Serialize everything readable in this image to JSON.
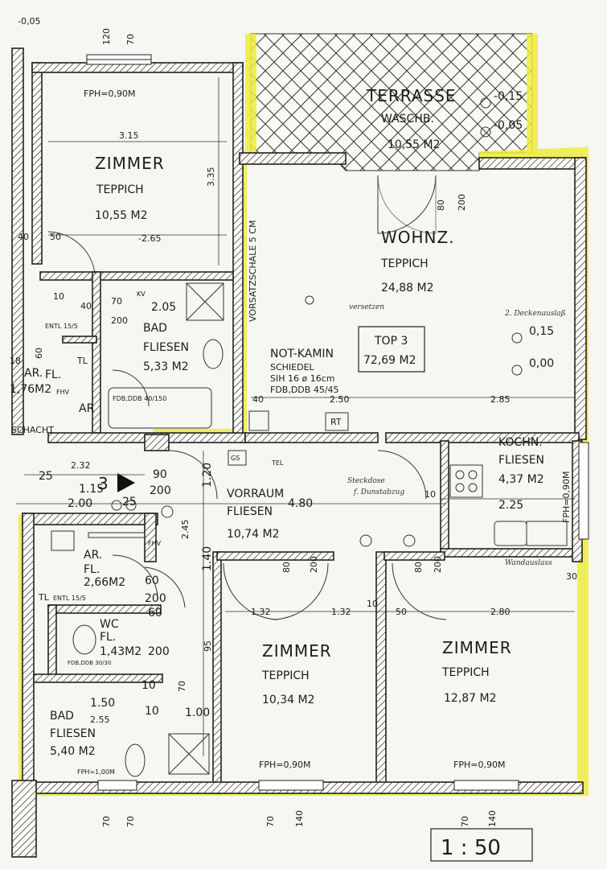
{
  "plan": {
    "corner_level": "-0,05",
    "top_dims": [
      "120",
      "70"
    ],
    "bottom_dims_left": [
      "70",
      "70"
    ],
    "bottom_dims_mid": [
      "70",
      "140"
    ],
    "bottom_dims_right": [
      "70",
      "140"
    ],
    "scale": "1 : 50",
    "rooms": {
      "zimmer1": {
        "name": "ZIMMER",
        "floor": "TEPPICH",
        "area": "10,55 M2",
        "fph": "FPH=0,90M",
        "w": "3.15",
        "h": "3.35",
        "d1": "-2.65",
        "d2": "50",
        "d3": "40"
      },
      "terrasse": {
        "name": "TERRASSE",
        "sub": "WASCHB.",
        "area": "10,55 M2",
        "lvl1": "-0,15",
        "lvl2": "-0,05"
      },
      "wohnz": {
        "name": "WOHNZ.",
        "floor": "TEPPICH",
        "area": "24,88 M2",
        "vorsatz": "VORSATZSCHALE 5 CM",
        "note_left": "2. Deckenauslaß",
        "lvl1": "0,15",
        "lvl2": "0,00",
        "door_dims": [
          "80",
          "200"
        ],
        "hand_note": "versetzen",
        "dim_250": "2.50",
        "dim_285": "2.85",
        "dim_40": "40"
      },
      "top": {
        "label": "TOP 3",
        "area": "72,69 M2"
      },
      "kamin": {
        "name": "NOT-KAMIN",
        "l1": "SCHIEDEL",
        "l2": "SIH 16 ø 16cm",
        "l3": "FDB,DDB 45/45",
        "rt": "RT"
      },
      "bad1": {
        "name": "BAD",
        "floor": "FLIESEN",
        "area": "5,33 M2",
        "dim": "2.05",
        "note": "FDB,DDB 40/150",
        "d_10": "10",
        "d_40": "40",
        "d_70": "70",
        "d_200": "200",
        "kv": "KV",
        "entl": "ENTL 15/5"
      },
      "ar1": {
        "name": "AR.",
        "floor": "FL.",
        "area": "1,76M2",
        "tl": "TL",
        "ar": "AR",
        "fhv": "FHV",
        "d_60": "60",
        "d_18": "18"
      },
      "schacht": {
        "label": "SCHACHT"
      },
      "vorraum": {
        "name": "VORRAUM",
        "floor": "FLIESEN",
        "area": "10,74 M2",
        "d_480": "4.80",
        "d_200": "2.00",
        "d_115": "1.15",
        "d_232": "2.32",
        "d_25": "25",
        "d_90": "90",
        "d_200b": "200",
        "d_120": "1.20",
        "d_245": "2.45",
        "d_140": "1.40",
        "gs": "GS",
        "tel": "TEL",
        "d_25b": "25",
        "d_35": "3"
      },
      "kochn": {
        "name": "KOCHN.",
        "floor": "FLIESEN",
        "area": "4,37 M2",
        "dim": "2.25",
        "fph": "FPH=0,90M",
        "hand_note": "Wandauslass",
        "d_10": "10",
        "d_30": "30"
      },
      "hand_vorraum": {
        "l1": "Steckdose",
        "l2": "f. Dunstabzug"
      },
      "ar2": {
        "name": "AR.",
        "floor": "FL.",
        "area": "2,66M2",
        "fhv": "FHV",
        "d_60": "60",
        "d_200": "200",
        "tl": "TL",
        "entl": "ENTL 15/5"
      },
      "wc": {
        "name": "WC",
        "floor": "FL.",
        "area": "1,43M2",
        "d200": "200",
        "note": "FDB,DDB 30/30",
        "d60": "60",
        "d95": "95",
        "d100": "1.00",
        "d70": "70",
        "d10": "10"
      },
      "bad2": {
        "name": "BAD",
        "floor": "FLIESEN",
        "area": "5,40 M2",
        "dim1": "1.50",
        "dim2": "2.55",
        "fph": "FPH=1,00M",
        "d_10": "10"
      },
      "zimmer2": {
        "name": "ZIMMER",
        "floor": "TEPPICH",
        "area": "10,34 M2",
        "fph": "FPH=0,90M",
        "d1": "1.32",
        "d2": "1.32",
        "d3": "10",
        "door_dims": [
          "80",
          "200"
        ]
      },
      "zimmer3": {
        "name": "ZIMMER",
        "floor": "TEPPICH",
        "area": "12,87 M2",
        "fph": "FPH=0,90M",
        "d1": "50",
        "d2": "2.80",
        "door_dims": [
          "80",
          "200"
        ]
      }
    }
  }
}
